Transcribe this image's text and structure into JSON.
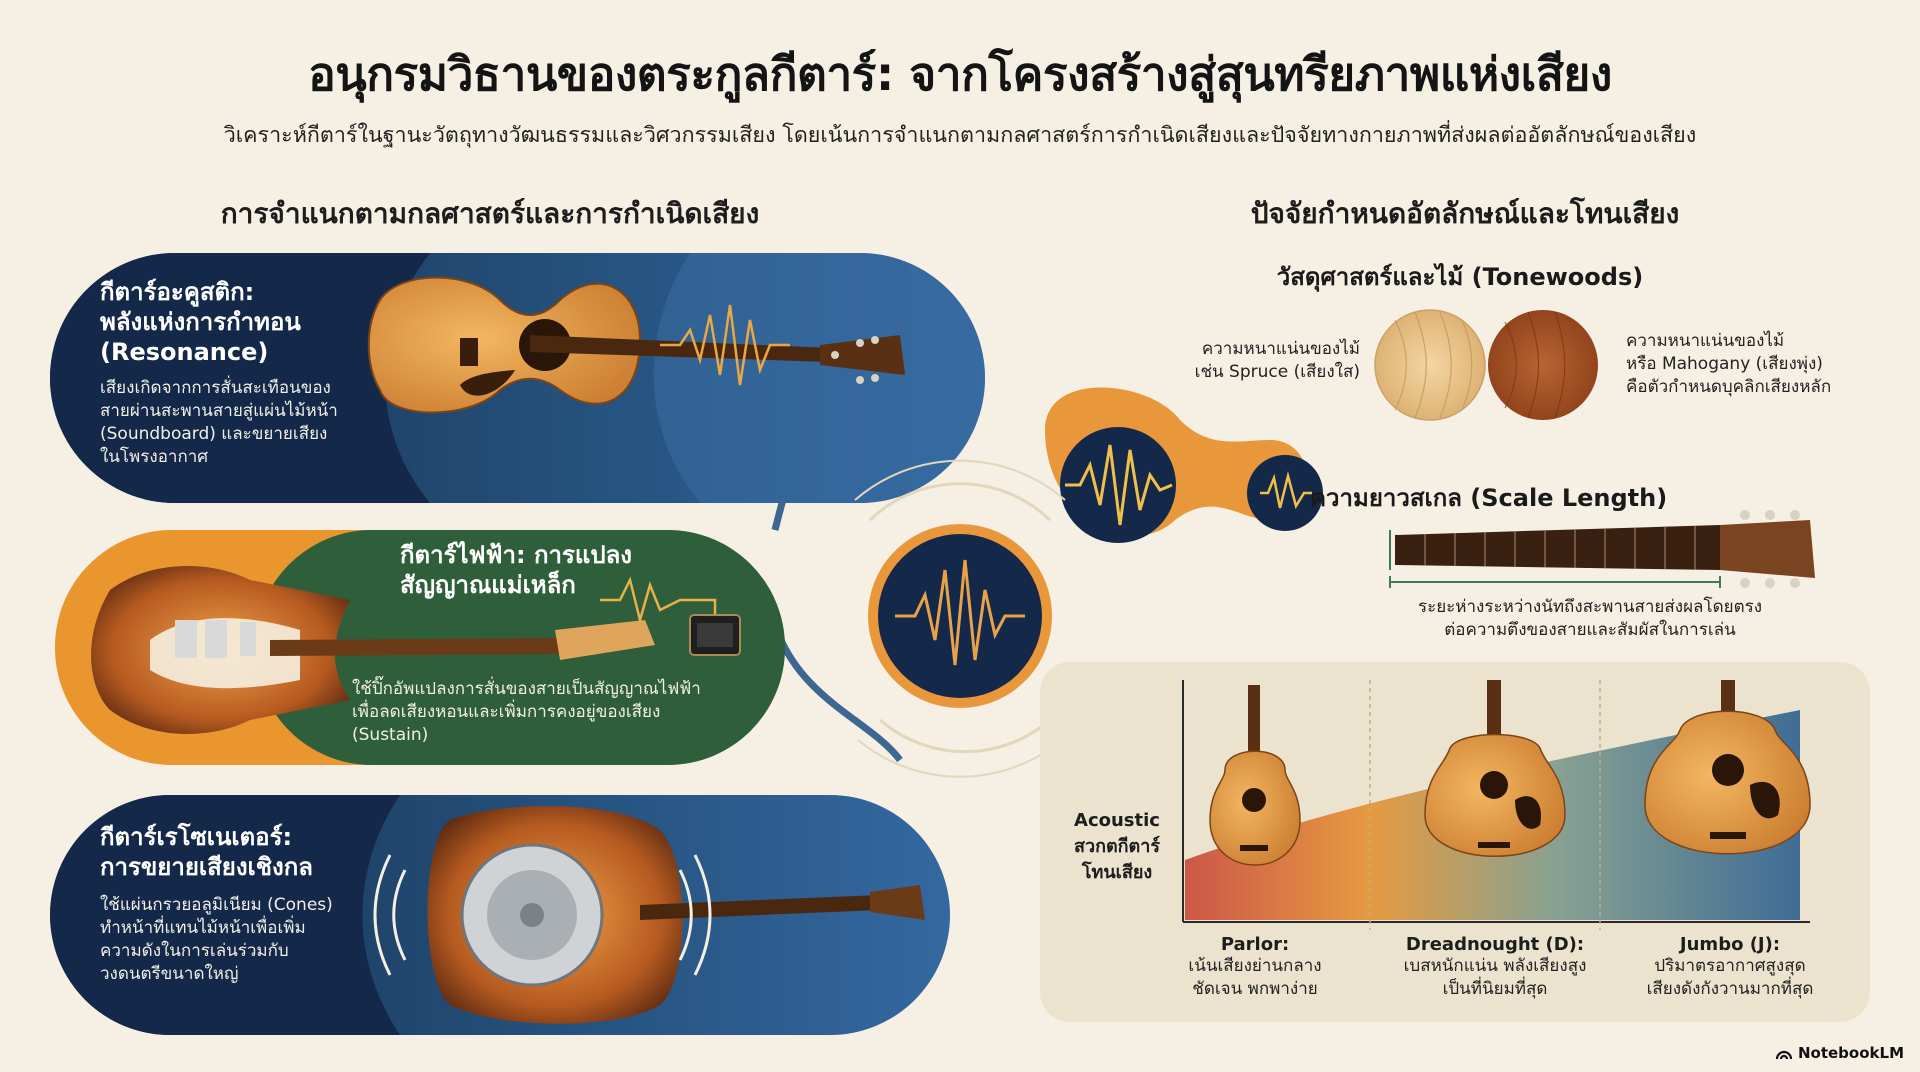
{
  "title": "อนุกรมวิธานของตระกูลกีตาร์: จากโครงสร้างสู่สุนทรียภาพแห่งเสียง",
  "subtitle": "วิเคราะห์กีตาร์ในฐานะวัตถุทางวัฒนธรรมและวิศวกรรมเสียง โดยเน้นการจำแนกตามกลศาสตร์การกำเนิดเสียงและปัจจัยทางกายภาพที่ส่งผลต่ออัตลักษณ์ของเสียง",
  "left_section": {
    "heading": "การจำแนกตามกลศาสตร์และการกำเนิดเสียง",
    "acoustic": {
      "title_line1": "กีตาร์อะคูสติก:",
      "title_line2": "พลังแห่งการกำทอน",
      "title_line3": "(Resonance)",
      "body_line1": "เสียงเกิดจากการสั่นสะเทือนของ",
      "body_line2": "สายผ่านสะพานสายสู่แผ่นไม้หน้า",
      "body_line3": "(Soundboard) และขยายเสียง",
      "body_line4": "ในโพรงอากาศ"
    },
    "electric": {
      "title_line1": "กีตาร์ไฟฟ้า: การแปลง",
      "title_line2": "สัญญาณแม่เหล็ก",
      "body_line1": "ใช้ปิ๊กอัพแปลงการสั่นของสายเป็นสัญญาณไฟฟ้า",
      "body_line2": "เพื่อลดเสียงหอนและเพิ่มการคงอยู่ของเสียง",
      "body_line3": "(Sustain)"
    },
    "resonator": {
      "title_line1": "กีตาร์เรโซเนเตอร์:",
      "title_line2": "การขยายเสียงเชิงกล",
      "body_line1": "ใช้แผ่นกรวยอลูมิเนียม (Cones)",
      "body_line2": "ทำหน้าที่แทนไม้หน้าเพื่อเพิ่ม",
      "body_line3": "ความดังในการเล่นร่วมกับ",
      "body_line4": "วงดนตรีขนาดใหญ่"
    }
  },
  "right_section": {
    "heading": "ปัจจัยกำหนดอัตลักษณ์และโทนเสียง",
    "tonewoods": {
      "title": "วัสดุศาสตร์และไม้ (Tonewoods)",
      "left_line1": "ความหนาแน่นของไม้",
      "left_line2": "เช่น Spruce (เสียงใส)",
      "right_line1": "ความหนาแน่นของไม้",
      "right_line2": "หรือ Mahogany (เสียงพุ่ง)",
      "right_line3": "คือตัวกำหนดบุคลิกเสียงหลัก",
      "spruce_color": "#e8c48a",
      "mahogany_color": "#a8552a"
    },
    "scale": {
      "title": "ความยาวสเกล (Scale Length)",
      "body_line1": "ระยะห่างระหว่างนัทถึงสะพานสายส่งผลโดยตรง",
      "body_line2": "ต่อความตึงของสายและสัมผัสในการเล่น"
    },
    "body_shapes": {
      "axis_line1": "Acoustic",
      "axis_line2": "สวกตกีตาร์",
      "axis_line3": "โทนเสียง",
      "parlor_title": "Parlor:",
      "parlor_line1": "เน้นเสียงย่านกลาง",
      "parlor_line2": "ชัดเจน พกพาง่าย",
      "dread_title": "Dreadnought (D):",
      "dread_line1": "เบสหนักแน่น พลังเสียงสูง",
      "dread_line2": "เป็นที่นิยมที่สุด",
      "jumbo_title": "Jumbo (J):",
      "jumbo_line1": "ปริมาตรอากาศสูงสุด",
      "jumbo_line2": "เสียงดังกังวานมากที่สุด"
    }
  },
  "brand": "NotebookLM",
  "colors": {
    "navy": "#152d4c",
    "blue": "#2d5c8a",
    "green": "#2f5e3a",
    "orange": "#e3902e",
    "cream": "#f5f0e3"
  }
}
